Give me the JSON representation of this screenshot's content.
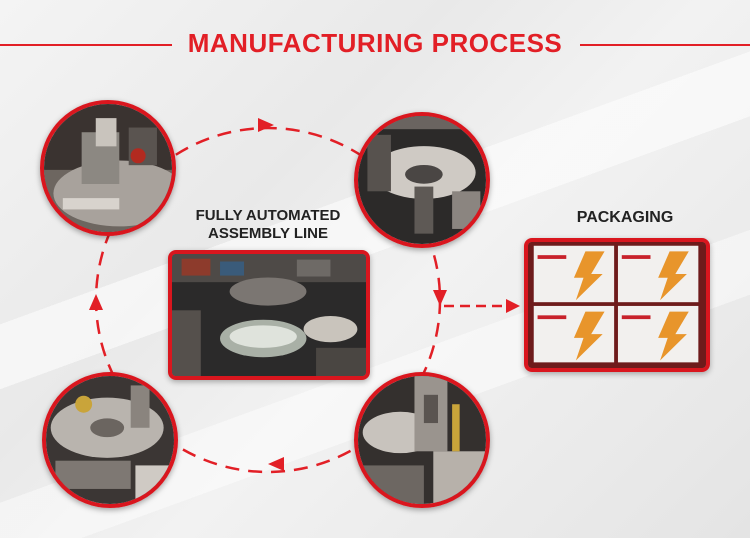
{
  "title": "MANUFACTURING PROCESS",
  "assembly_label_line1": "FULLY AUTOMATED",
  "assembly_label_line2": "ASSEMBLY LINE",
  "packaging_label": "PACKAGING",
  "colors": {
    "accent": "#e21f26",
    "dark": "#222222"
  }
}
